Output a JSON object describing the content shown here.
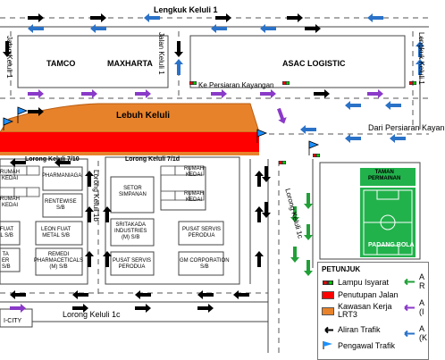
{
  "roads": {
    "lengkuk_keluli_1": "Lengkuk Keluli 1",
    "jalan_keluli_1": "Jalan Keluli 1",
    "lengkuk_keluli_1_right": "Lengkuk Keluli 1",
    "jalan_keluli_left": "Jalan Keluli 1",
    "ke_persiaran_kayangan": "Ke Persiaran Kayangan",
    "lebuh_keluli": "Lebuh Keluli",
    "dari_persiaran_kayangan": "Dari Persiaran Kayan",
    "lorong_keluli_7_10": "Lorong Keluli 7/10",
    "lorong_keluli_7_1d": "Lorong Keluli 7/1d",
    "lorong_keluli_1b": "Lorong Keluli 1b",
    "lorong_keluli_1c_vertical": "Lorong Keluli 1c",
    "lorong_keluli_1c_bottom": "Lorong Keluli 1c"
  },
  "buildings": {
    "tamco": "TAMCO",
    "maxharta": "MAXHARTA",
    "asac_logistic": "ASAC LOGISTIC",
    "rumah_kedai_left_1": "RUMAH\nKEDAI",
    "rumah_kedai_left_2": "RUMAH\nKEDAI",
    "pharmaniaga": "PHARMANIAGA",
    "rentewise": "RENTEWISE\nS/B",
    "leon_fuat": "LEON FUAT\nMETAL S/B",
    "remedi": "REMEDI\nPHARMACETICALS\n(M) S/B",
    "fuat_cut": "FUAT\nL S/B",
    "ta_er": "TA\nER",
    "s_b_cut": "S/B",
    "setor_simpanan": "SETOR\nSIMPANAN",
    "sritakada": "SRITAKADA\nINDUSTRIES\n(M) S/B",
    "pusat_servis_perodua_1": "PUSAT SERVIS\nPERODUA",
    "rumah_kedai_mid_1": "RUMAH\nKEDAI",
    "rumah_kedai_mid_2": "RUMAH\nKEDAI",
    "pusat_servis_perodua_2": "PUSAT SERVIS\nPERODUA",
    "gm_corporation": "GM CORPORATION\nS/B",
    "taman_permainan": "TAMAN\nPERMAINAN",
    "padang_bola": "PADANG BOLA",
    "i_city": "I-CITY"
  },
  "legend": {
    "title": "PETUNJUK",
    "items": [
      {
        "label": "Lampu Isyarat",
        "icon": "traffic-light-icon"
      },
      {
        "label": "Penutupan Jalan",
        "color": "#ff0000"
      },
      {
        "label": "Kawasan Kerja\nLRT3",
        "color": "#e8822a"
      },
      {
        "label": "Aliran Trafik",
        "icon": "arrow-icon"
      },
      {
        "label": "Pengawal Trafik",
        "icon": "flag-icon"
      }
    ],
    "right_items": [
      {
        "label": "A",
        "sub": "R",
        "color": "#21a038"
      },
      {
        "label": "A",
        "sub": "(I",
        "color": "#8a3ac8"
      },
      {
        "label": "A",
        "sub": "(K",
        "color": "#2a72c8"
      }
    ]
  },
  "colors": {
    "closure": "#ff0000",
    "lrt_work": "#e8822a",
    "flow_black": "#000000",
    "flow_blue": "#2a72c8",
    "flow_purple": "#8a3ac8",
    "flow_green": "#21a038",
    "park_green": "#22b24c"
  }
}
